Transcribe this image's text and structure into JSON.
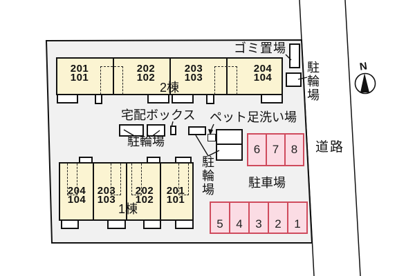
{
  "site": {
    "garbage_label": "ゴミ置場",
    "bicycle_label_top_right": "駐輪場",
    "delivery_box_label": "宅配ボックス",
    "bicycle_label_mid": "駐輪場",
    "pet_wash_label": "ペット足洗い場",
    "bicycle_label_mid_vertical": "駐輪場",
    "car_park_label": "駐車場",
    "road_label": "道路",
    "compass_label": "N"
  },
  "building2": {
    "name": "2棟",
    "units": [
      {
        "upper": "201",
        "lower": "101"
      },
      {
        "upper": "202",
        "lower": "102"
      },
      {
        "upper": "203",
        "lower": "103"
      },
      {
        "upper": "204",
        "lower": "104"
      }
    ]
  },
  "building1": {
    "name": "1棟",
    "units": [
      {
        "upper": "204",
        "lower": "104"
      },
      {
        "upper": "203",
        "lower": "103"
      },
      {
        "upper": "202",
        "lower": "102"
      },
      {
        "upper": "201",
        "lower": "101"
      }
    ]
  },
  "parking": {
    "top_row": [
      "6",
      "7",
      "8"
    ],
    "bottom_row": [
      "5",
      "4",
      "3",
      "2",
      "1"
    ]
  },
  "colors": {
    "building_fill": "#FBF4D2",
    "site_fill": "#F1F1F1",
    "parking_fill": "#FBDCE4",
    "parking_border": "#CF4A5C",
    "line": "#111111"
  }
}
